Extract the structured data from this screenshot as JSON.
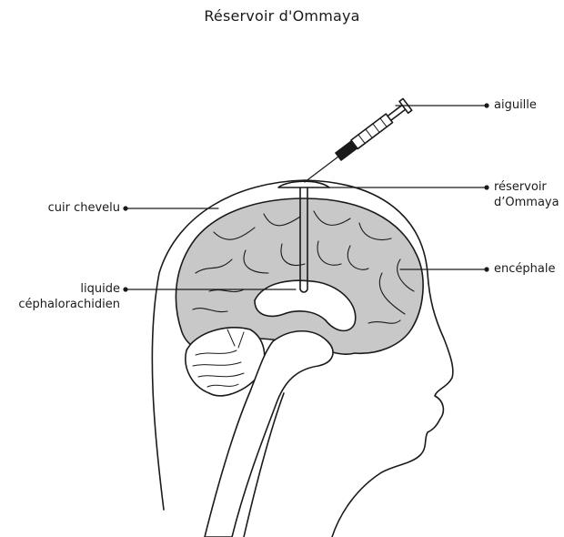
{
  "title": "Réservoir d'Ommaya",
  "labels": {
    "needle": "aiguille",
    "reservoir_line1": "réservoir",
    "reservoir_line2": "d’Ommaya",
    "brain": "encéphale",
    "scalp": "cuir chevelu",
    "csf_line1": "liquide",
    "csf_line2": "céphalorachidien"
  },
  "colors": {
    "outline": "#1a1a1a",
    "brain_fill": "#c8c8c8",
    "background": "#ffffff"
  }
}
